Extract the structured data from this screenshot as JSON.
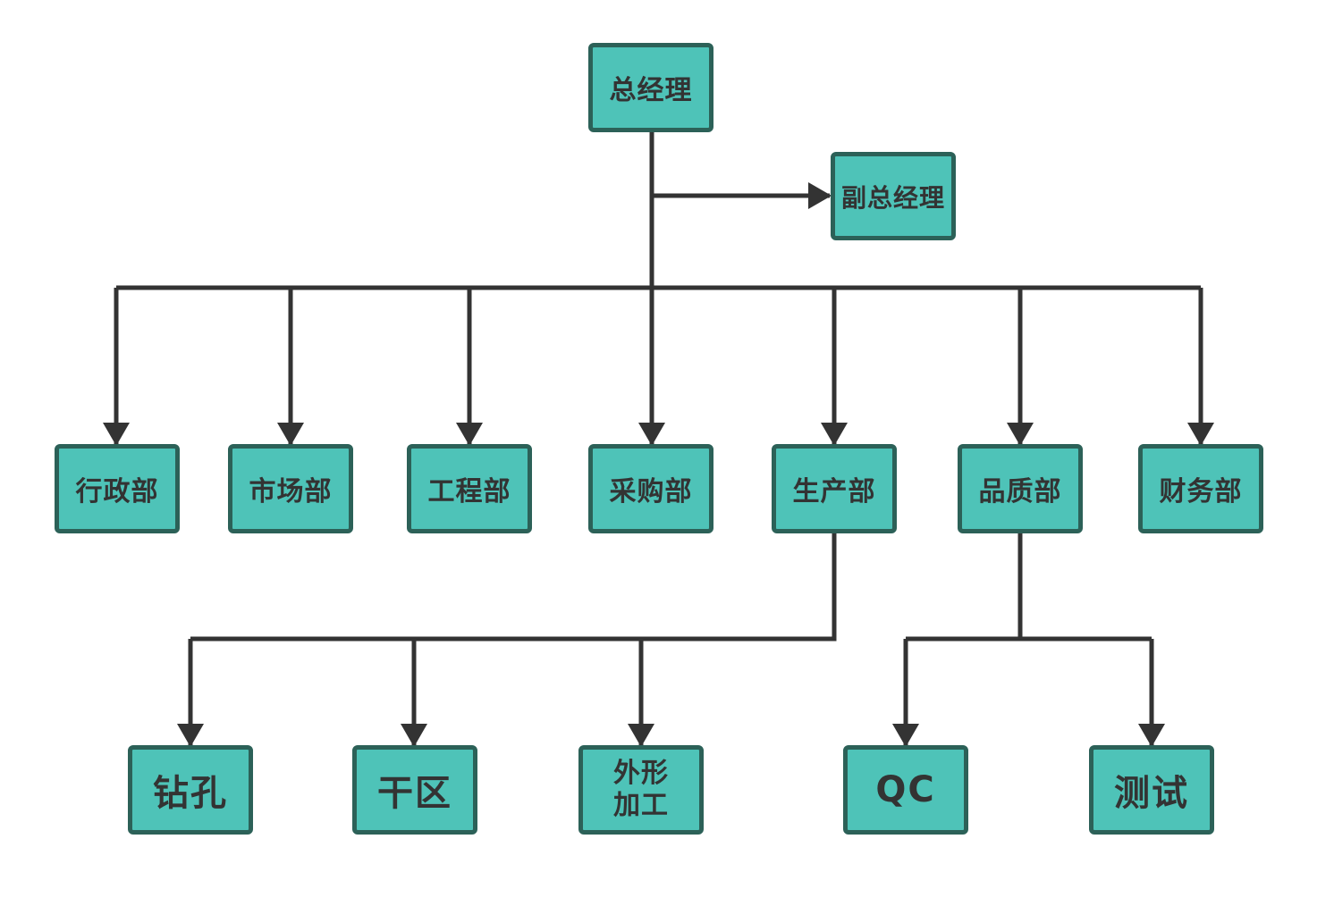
{
  "diagram": {
    "nodes": {
      "gm": "总经理",
      "deputy_gm": "副总经理",
      "admin": "行政部",
      "marketing": "市场部",
      "engineering": "工程部",
      "purchasing": "采购部",
      "production": "生产部",
      "quality": "品质部",
      "finance": "财务部",
      "drilling": "钻孔",
      "dry_area": "干区",
      "profile": "外形\n加工",
      "qc": "QC",
      "testing": "测试"
    },
    "edges": [
      {
        "from": "总经理",
        "to": "副总经理"
      },
      {
        "from": "总经理",
        "to": "行政部"
      },
      {
        "from": "总经理",
        "to": "市场部"
      },
      {
        "from": "总经理",
        "to": "工程部"
      },
      {
        "from": "总经理",
        "to": "采购部"
      },
      {
        "from": "总经理",
        "to": "生产部"
      },
      {
        "from": "总经理",
        "to": "品质部"
      },
      {
        "from": "总经理",
        "to": "财务部"
      },
      {
        "from": "生产部",
        "to": "钻孔"
      },
      {
        "from": "生产部",
        "to": "干区"
      },
      {
        "from": "生产部",
        "to": "外形\n加工"
      },
      {
        "from": "品质部",
        "to": "QC"
      },
      {
        "from": "品质部",
        "to": "测试"
      }
    ],
    "colors": {
      "node_fill": "#4ec3b8",
      "node_border": "#2c6158",
      "connector": "#333333",
      "text": "#333333"
    }
  }
}
